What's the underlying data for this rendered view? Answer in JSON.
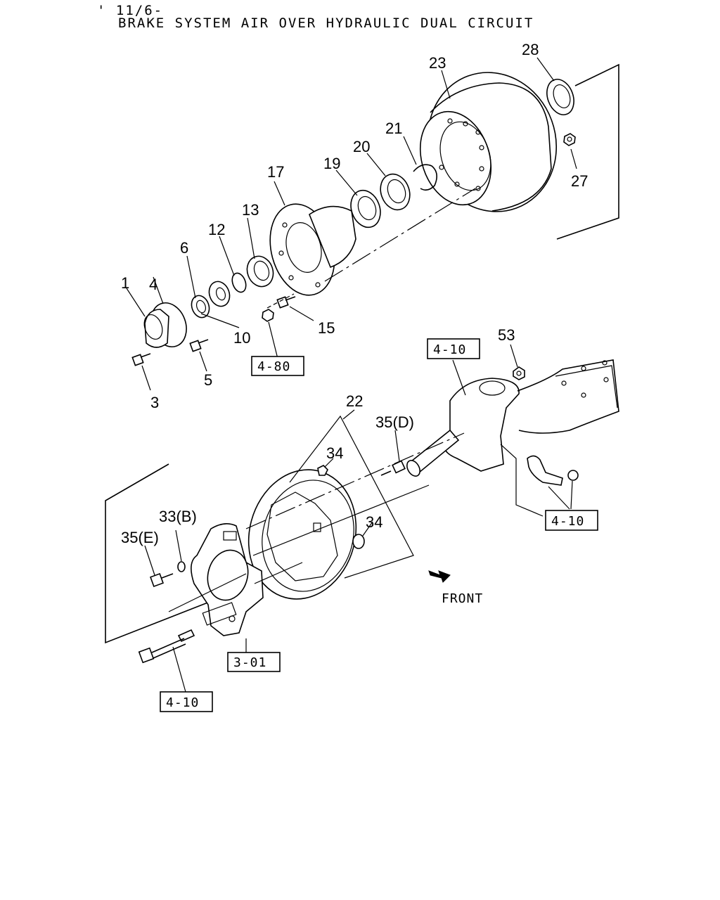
{
  "header": {
    "date_code": "' 11/6-",
    "title": "BRAKE SYSTEM AIR OVER HYDRAULIC DUAL CIRCUIT"
  },
  "callouts": {
    "p1": "1",
    "p3": "3",
    "p4": "4",
    "p5": "5",
    "p6": "6",
    "p10": "10",
    "p12": "12",
    "p13": "13",
    "p15": "15",
    "p17": "17",
    "p19": "19",
    "p20": "20",
    "p21": "21",
    "p22": "22",
    "p23": "23",
    "p27": "27",
    "p28": "28",
    "p33b": "33(B)",
    "p34a": "34",
    "p34b": "34",
    "p35d": "35(D)",
    "p35e": "35(E)",
    "p53": "53"
  },
  "references": {
    "ref_4_80": "4-80",
    "ref_4_10_top": "4-10",
    "ref_4_10_right": "4-10",
    "ref_3_01": "3-01",
    "ref_4_10_bottom": "4-10"
  },
  "front_label": "FRONT"
}
